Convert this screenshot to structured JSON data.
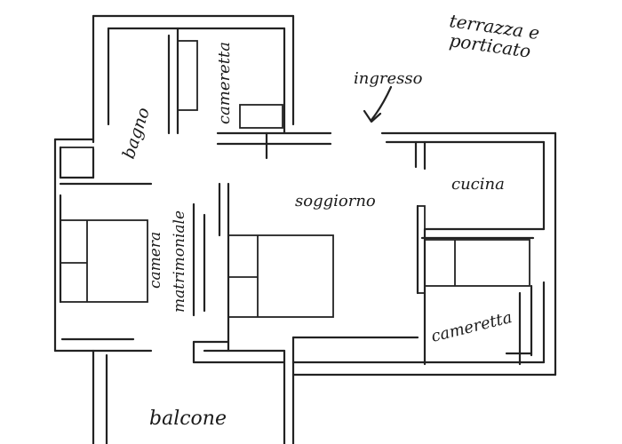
{
  "plan": {
    "labels": {
      "terrazza_line1": "terrazza e",
      "terrazza_line2": "porticato",
      "ingresso": "ingresso",
      "bagno": "bagno",
      "cameretta_top": "cameretta",
      "soggiorno": "soggiorno",
      "cucina": "cucina",
      "camera_line1": "camera",
      "camera_line2": "matrimoniale",
      "cameretta_right": "cameretta",
      "balcone": "balcone"
    }
  }
}
